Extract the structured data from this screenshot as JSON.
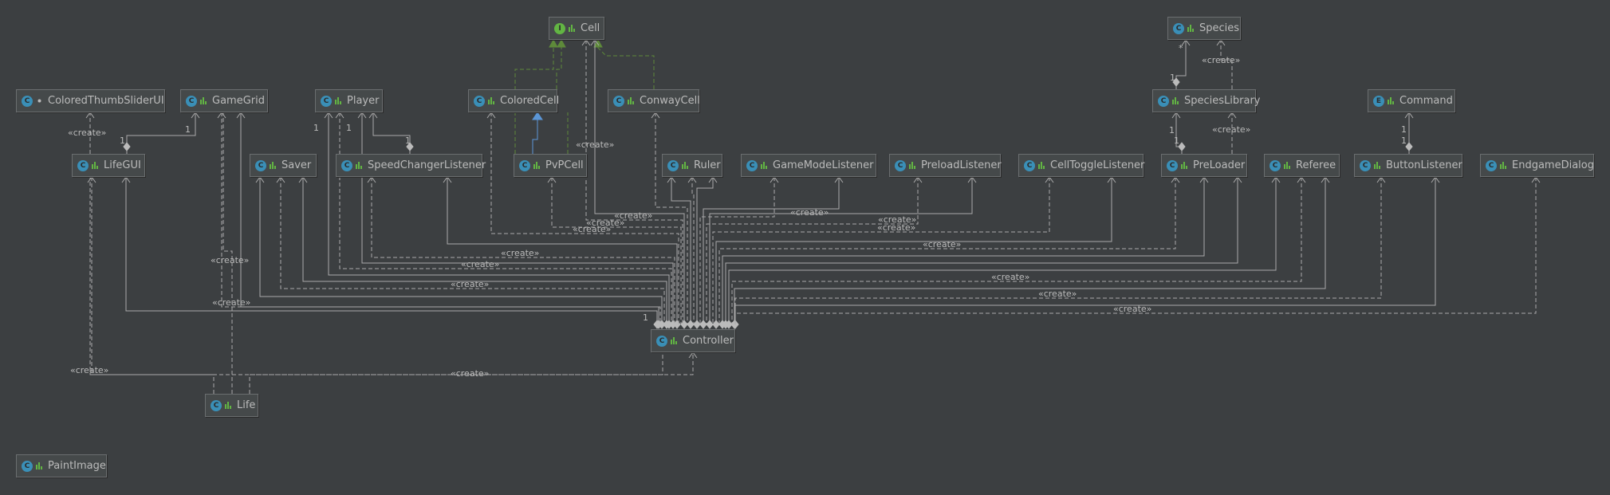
{
  "colors": {
    "background": "#3c3f41",
    "node_fill": "#45494a",
    "node_border": "#6b6e70",
    "text": "#bbbbbb",
    "edge": "#aaaaaa",
    "implements_edge": "#5e8a3a",
    "extends_edge": "#5b96d6",
    "class_badge": "#3a8fb7",
    "interface_badge": "#62b543",
    "enum_badge": "#3a8fb7",
    "visibility_public": "#62b543"
  },
  "nodes": [
    {
      "id": "Cell",
      "label": "Cell",
      "kind": "interface",
      "kind_letter": "I",
      "visibility": "public",
      "icon": "interface-icon"
    },
    {
      "id": "Species",
      "label": "Species",
      "kind": "class",
      "kind_letter": "C",
      "visibility": "public",
      "icon": "class-icon"
    },
    {
      "id": "ColoredThumbSliderUI",
      "label": "ColoredThumbSliderUI",
      "kind": "class",
      "kind_letter": "C",
      "visibility": "package",
      "icon": "class-icon"
    },
    {
      "id": "GameGrid",
      "label": "GameGrid",
      "kind": "class",
      "kind_letter": "C",
      "visibility": "public",
      "icon": "class-icon"
    },
    {
      "id": "Player",
      "label": "Player",
      "kind": "class",
      "kind_letter": "C",
      "visibility": "public",
      "icon": "class-icon"
    },
    {
      "id": "ColoredCell",
      "label": "ColoredCell",
      "kind": "class",
      "kind_letter": "C",
      "visibility": "public",
      "icon": "class-icon"
    },
    {
      "id": "ConwayCell",
      "label": "ConwayCell",
      "kind": "class",
      "kind_letter": "C",
      "visibility": "public",
      "icon": "class-icon"
    },
    {
      "id": "SpeciesLibrary",
      "label": "SpeciesLibrary",
      "kind": "class",
      "kind_letter": "C",
      "visibility": "public",
      "icon": "class-icon"
    },
    {
      "id": "Command",
      "label": "Command",
      "kind": "enum",
      "kind_letter": "E",
      "visibility": "public",
      "icon": "enum-icon"
    },
    {
      "id": "LifeGUI",
      "label": "LifeGUI",
      "kind": "class",
      "kind_letter": "C",
      "visibility": "public",
      "icon": "class-icon"
    },
    {
      "id": "Saver",
      "label": "Saver",
      "kind": "class",
      "kind_letter": "C",
      "visibility": "public",
      "icon": "class-icon"
    },
    {
      "id": "SpeedChangerListener",
      "label": "SpeedChangerListener",
      "kind": "class",
      "kind_letter": "C",
      "visibility": "public",
      "icon": "class-icon"
    },
    {
      "id": "PvPCell",
      "label": "PvPCell",
      "kind": "class",
      "kind_letter": "C",
      "visibility": "public",
      "icon": "class-icon"
    },
    {
      "id": "Ruler",
      "label": "Ruler",
      "kind": "class",
      "kind_letter": "C",
      "visibility": "public",
      "icon": "class-icon"
    },
    {
      "id": "GameModeListener",
      "label": "GameModeListener",
      "kind": "class",
      "kind_letter": "C",
      "visibility": "public",
      "icon": "class-icon"
    },
    {
      "id": "PreloadListener",
      "label": "PreloadListener",
      "kind": "class",
      "kind_letter": "C",
      "visibility": "public",
      "icon": "class-icon"
    },
    {
      "id": "CellToggleListener",
      "label": "CellToggleListener",
      "kind": "class",
      "kind_letter": "C",
      "visibility": "public",
      "icon": "class-icon"
    },
    {
      "id": "PreLoader",
      "label": "PreLoader",
      "kind": "class",
      "kind_letter": "C",
      "visibility": "public",
      "icon": "class-icon"
    },
    {
      "id": "Referee",
      "label": "Referee",
      "kind": "class",
      "kind_letter": "C",
      "visibility": "public",
      "icon": "class-icon"
    },
    {
      "id": "ButtonListener",
      "label": "ButtonListener",
      "kind": "class",
      "kind_letter": "C",
      "visibility": "public",
      "icon": "class-icon"
    },
    {
      "id": "EndgameDialog",
      "label": "EndgameDialog",
      "kind": "class",
      "kind_letter": "C",
      "visibility": "public",
      "icon": "class-icon"
    },
    {
      "id": "Controller",
      "label": "Controller",
      "kind": "class",
      "kind_letter": "C",
      "visibility": "public",
      "icon": "class-icon"
    },
    {
      "id": "Life",
      "label": "Life",
      "kind": "class",
      "kind_letter": "C",
      "visibility": "public",
      "icon": "class-icon"
    },
    {
      "id": "PaintImage",
      "label": "PaintImage",
      "kind": "class",
      "kind_letter": "C",
      "visibility": "public",
      "icon": "class-icon"
    }
  ],
  "edge_labels": {
    "create": "«create»",
    "one": "1",
    "many": "*"
  }
}
